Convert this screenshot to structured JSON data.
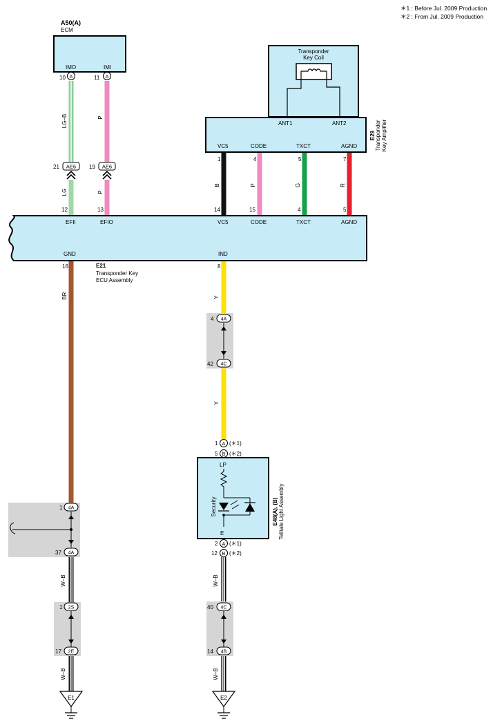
{
  "notes": [
    "＊1 : Before Jul.  2009 Production",
    "＊2 : From Jul.  2009 Production"
  ],
  "ecm": {
    "code": "A50(A)",
    "name": "ECM",
    "pins": [
      "IMO",
      "IMI"
    ],
    "pin_numbers": [
      "10",
      "11"
    ],
    "connector_letter": "A"
  },
  "coil": {
    "name_line1": "Transponder",
    "name_line2": "Key Coil"
  },
  "amplifier": {
    "code": "E29",
    "name_line1": "Transponder",
    "name_line2": "Key Amplifier",
    "ant_pins": [
      "ANT1",
      "ANT2"
    ],
    "pins": [
      "VC5",
      "CODE",
      "TXCT",
      "AGND"
    ],
    "pin_numbers": [
      "1",
      "4",
      "5",
      "7"
    ]
  },
  "junction_ae": {
    "label": "AE6",
    "pin_numbers": [
      "21",
      "19"
    ]
  },
  "wires": {
    "lg_b": "LG–B",
    "p": "P",
    "lg": "LG",
    "b": "B",
    "g": "G",
    "r": "R",
    "br": "BR",
    "y": "Y",
    "w_b": "W–B"
  },
  "ecu": {
    "code": "E21",
    "name_line1": "Transponder Key",
    "name_line2": "ECU Assembly",
    "pins_top": [
      "EFII",
      "EFIO",
      "VC5",
      "CODE",
      "TXCT",
      "AGND"
    ],
    "pin_numbers_top": [
      "12",
      "13",
      "14",
      "15",
      "4",
      "5"
    ],
    "pins_bottom": [
      "GND",
      "IND"
    ],
    "pin_numbers_bottom": [
      "16",
      "8"
    ]
  },
  "ind_junctions": {
    "upper": "4A",
    "upper_pin": "4",
    "lower": "4C",
    "lower_pin": "42"
  },
  "telltale": {
    "code": "E48(A), (B)",
    "name": "Telltale Light Assembly",
    "top_pin": "LP",
    "bottom_pin": "E",
    "lamp_label": "Security",
    "top_pins": [
      {
        "number": "1",
        "connector": "A",
        "note": "(＊1)"
      },
      {
        "number": "5",
        "connector": "B",
        "note": "(＊2)"
      }
    ],
    "bottom_pins": [
      {
        "number": "2",
        "connector": "A",
        "note": "(＊1)"
      },
      {
        "number": "12",
        "connector": "B",
        "note": "(＊2)"
      }
    ]
  },
  "left_ground_path": {
    "j1_label": "4A",
    "j1_top_pin": "1",
    "j1_bottom_pin": "37",
    "j2_top_label": "2S",
    "j2_top_pin": "1",
    "j2_bottom_label": "2E",
    "j2_bottom_pin": "17",
    "ground": "E1"
  },
  "right_ground_path": {
    "j_top_label": "4C",
    "j_top_pin": "40",
    "j_bottom_label": "4B",
    "j_bottom_pin": "14",
    "ground": "E2"
  },
  "colors": {
    "lg_b": "#8dcf9a",
    "lg": "#9fd8a8",
    "pink": "#f08ac0",
    "black": "#111111",
    "green": "#1aa04a",
    "red": "#e8202c",
    "brown": "#a4572f",
    "yellow": "#ffe000",
    "box_fill": "#c7ebf7",
    "junction_fill": "#d5d5d5"
  }
}
